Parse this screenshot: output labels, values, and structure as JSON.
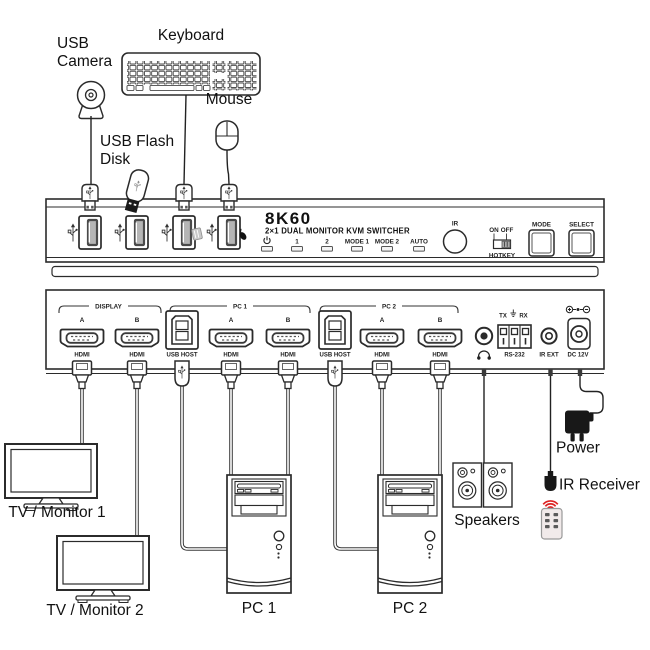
{
  "peripherals": {
    "camera_line1": "USB",
    "camera_line2": "Camera",
    "keyboard": "Keyboard",
    "mouse": "Mouse",
    "flash_line1": "USB Flash",
    "flash_line2": "Disk"
  },
  "front_panel": {
    "model": "8K60",
    "subtitle": "2×1 DUAL MONITOR KVM SWITCHER",
    "leds": [
      "1",
      "2",
      "MODE 1",
      "MODE 2",
      "AUTO"
    ],
    "ir": "IR",
    "hotkey_on": "ON",
    "hotkey_off": "OFF",
    "hotkey": "HOTKEY",
    "mode_button": "MODE",
    "select_button": "SELECT"
  },
  "rear_panel": {
    "display_group": "DISPLAY",
    "pc1_group": "PC 1",
    "pc2_group": "PC 2",
    "port_a": "A",
    "port_b": "B",
    "hdmi": "HDMI",
    "usb_host": "USB HOST",
    "tx": "TX",
    "rx": "RX",
    "rs232": "RS-232",
    "ir_ext": "IR EXT",
    "dc": "DC 12V"
  },
  "devices": {
    "tv1": "TV / Monitor 1",
    "tv2": "TV / Monitor 2",
    "pc1": "PC 1",
    "pc2": "PC 2",
    "speakers": "Speakers",
    "power": "Power",
    "ir_receiver": "IR Receiver"
  },
  "colors": {
    "line": "#2b2b2b",
    "ir_wave": "#dd2222",
    "led_fill": "#f4f4f4"
  }
}
